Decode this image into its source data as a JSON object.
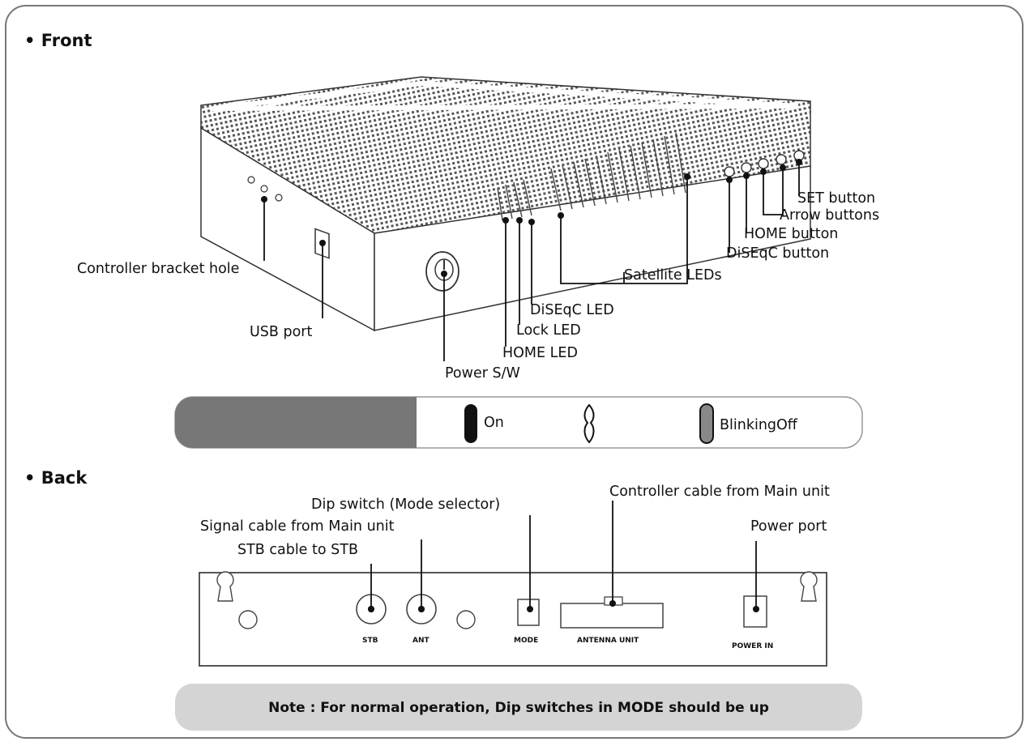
{
  "sections": {
    "front_heading": "Front",
    "back_heading": "Back"
  },
  "front_labels": {
    "controller_bracket_hole": "Controller bracket hole",
    "usb_port": "USB port",
    "power_sw": "Power S/W",
    "home_led": "HOME LED",
    "lock_led": "Lock LED",
    "diseqc_led": "DiSEqC LED",
    "satellite_leds": "Satellite LEDs",
    "diseqc_button": "DiSEqC button",
    "home_button": "HOME button",
    "arrow_buttons": "Arrow buttons",
    "set_button": "SET button"
  },
  "legend": {
    "on": "On",
    "blinking_off": "BlinkingOff"
  },
  "back_labels": {
    "stb_cable": "STB cable to STB",
    "signal_cable": "Signal cable from Main unit",
    "dip_switch": "Dip switch (Mode selector)",
    "controller_cable": "Controller cable from Main unit",
    "power_port": "Power port"
  },
  "back_panel": {
    "stb": "STB",
    "ant": "ANT",
    "mode": "MODE",
    "antenna_unit": "ANTENNA UNIT",
    "power_in": "POWER IN"
  },
  "note": "Note : For normal operation, Dip switches in MODE should be up"
}
